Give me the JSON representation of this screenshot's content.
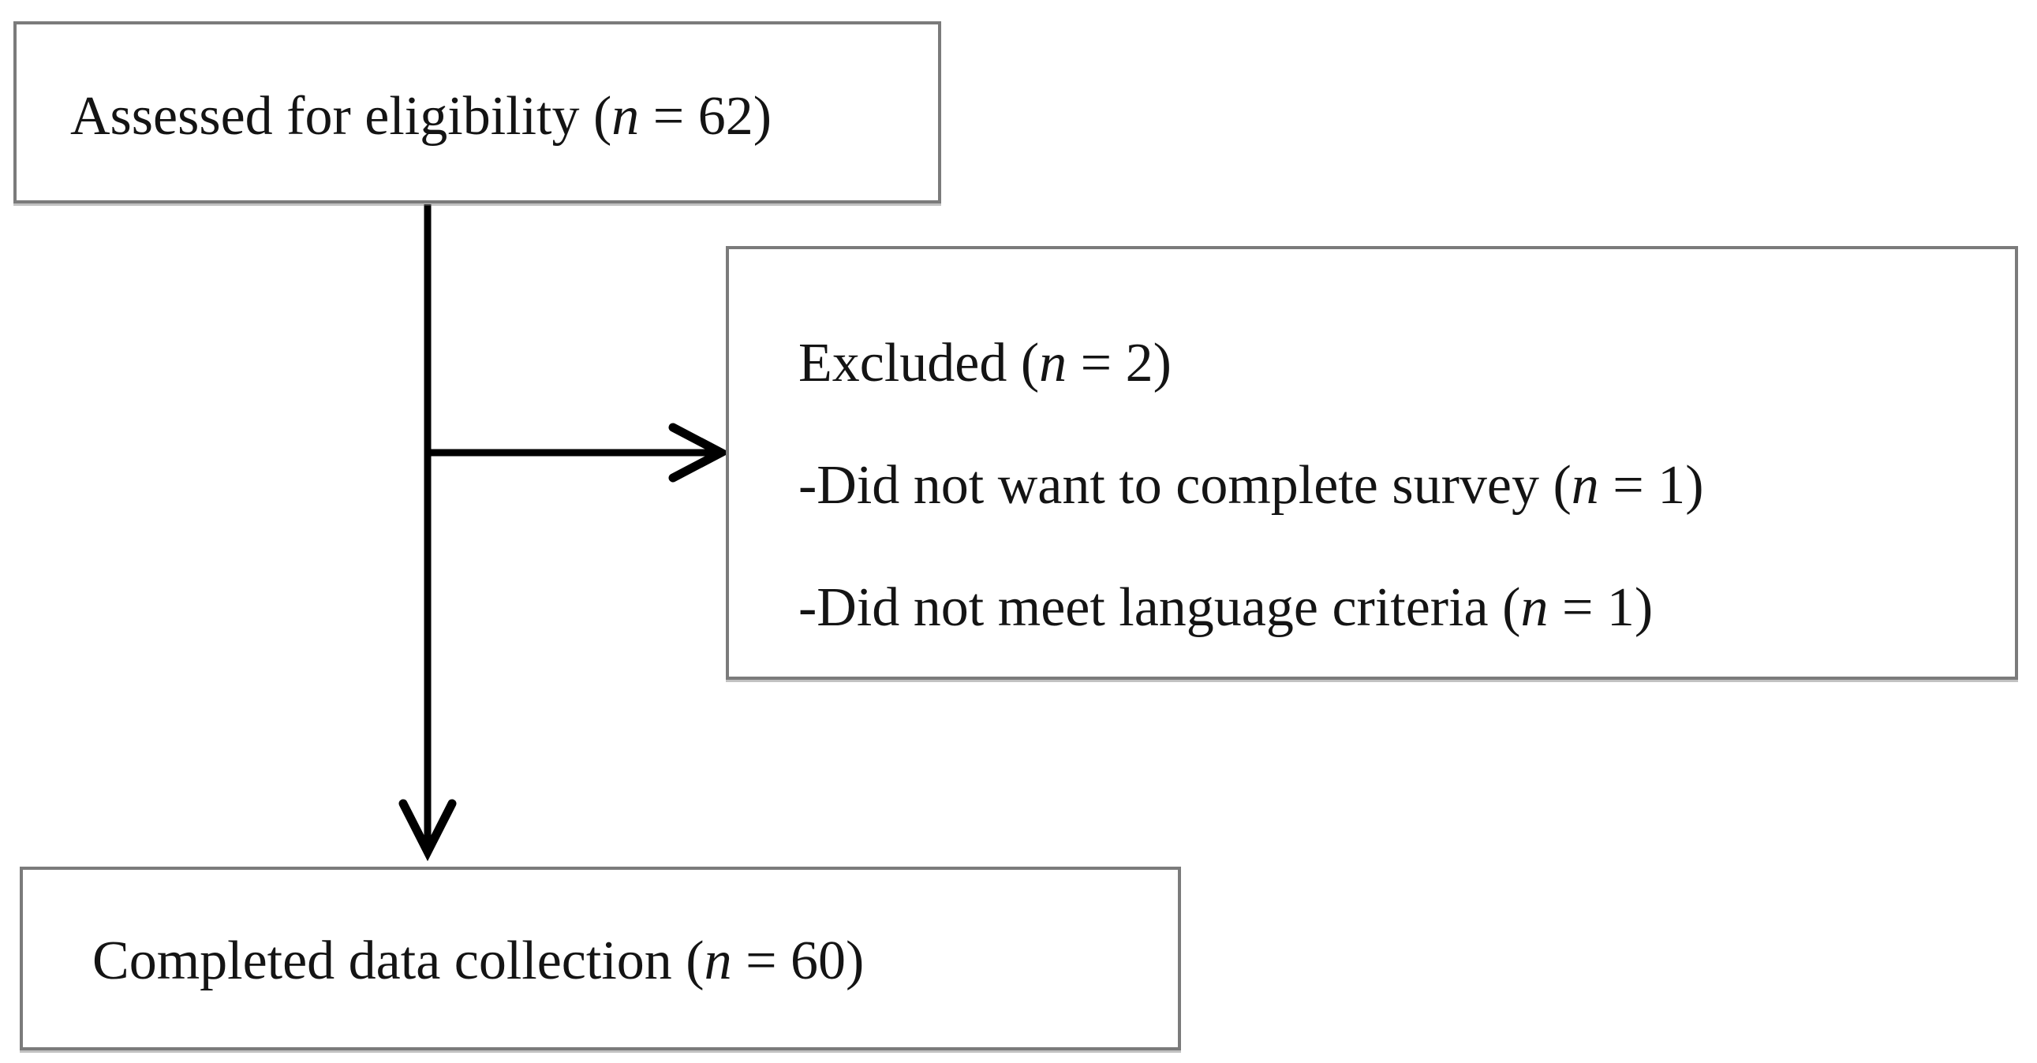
{
  "diagram": {
    "kind": "participant-flow-diagram",
    "colors": {
      "background": "#ffffff",
      "box_border": "#7b7b7b",
      "arrow": "#000000",
      "text": "#141414"
    },
    "boxes": {
      "assessed": {
        "pre": "Assessed for eligibility (",
        "var": "n",
        "post": " = 62)"
      },
      "excluded": {
        "title": {
          "pre": "Excluded (",
          "var": "n",
          "post": " = 2)"
        },
        "reasons": [
          {
            "pre": "-Did not want to complete survey (",
            "var": "n",
            "post": " = 1)"
          },
          {
            "pre": "-Did not meet language criteria (",
            "var": "n",
            "post": " = 1)"
          }
        ]
      },
      "completed": {
        "pre": "Completed data collection (",
        "var": "n",
        "post": " = 60)"
      }
    },
    "edges": [
      {
        "from": "assessed",
        "to": "completed",
        "direction": "down"
      },
      {
        "from": "assessed",
        "to": "excluded",
        "direction": "right"
      }
    ]
  }
}
